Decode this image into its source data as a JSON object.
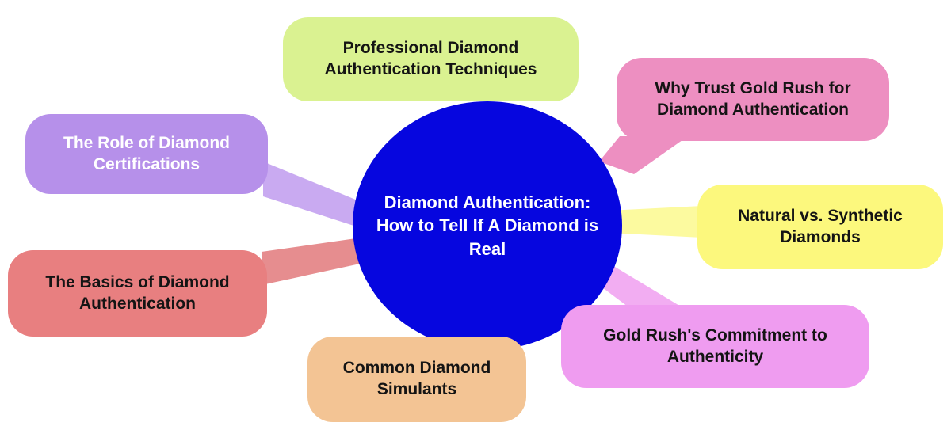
{
  "diagram": {
    "title": "Diamond Authentication mind map",
    "center": {
      "label": "Diamond Authentication:\nHow to Tell If A Diamond is\nReal",
      "bg_color": "#0606df",
      "text_color": "#ffffff"
    },
    "nodes": [
      {
        "id": "professional-diamond-authentication-techniques",
        "label": "Professional Diamond Authentication Techniques",
        "bg_color": "#daf291",
        "text_color": "#141414",
        "position": "top"
      },
      {
        "id": "why-trust-gold-rush",
        "label": "Why Trust Gold Rush for Diamond Authentication",
        "bg_color": "#ed8fc1",
        "text_color": "#141414",
        "position": "top-right"
      },
      {
        "id": "natural-vs-synthetic-diamonds",
        "label": "Natural vs. Synthetic Diamonds",
        "bg_color": "#fcf87d",
        "text_color": "#141414",
        "position": "right"
      },
      {
        "id": "gold-rush-commitment-to-authenticity",
        "label": "Gold Rush's Commitment to Authenticity",
        "bg_color": "#ef9cf0",
        "text_color": "#141414",
        "position": "bottom-right"
      },
      {
        "id": "common-diamond-simulants",
        "label": "Common Diamond Simulants",
        "bg_color": "#f3c494",
        "text_color": "#141414",
        "position": "bottom"
      },
      {
        "id": "basics-of-diamond-authentication",
        "label": "The Basics of Diamond Authentication",
        "bg_color": "#e87f80",
        "text_color": "#141414",
        "position": "bottom-left"
      },
      {
        "id": "role-of-diamond-certifications",
        "label": "The Role of Diamond Certifications",
        "bg_color": "#b690ea",
        "text_color": "#ffffff",
        "position": "top-left"
      }
    ],
    "connector_colors": {
      "purple": "#c9aaf1",
      "salmon": "#e68d8f",
      "yellow": "#fcfa9f",
      "violet": "#f2adf2",
      "pink": "#ed8fc1"
    }
  }
}
